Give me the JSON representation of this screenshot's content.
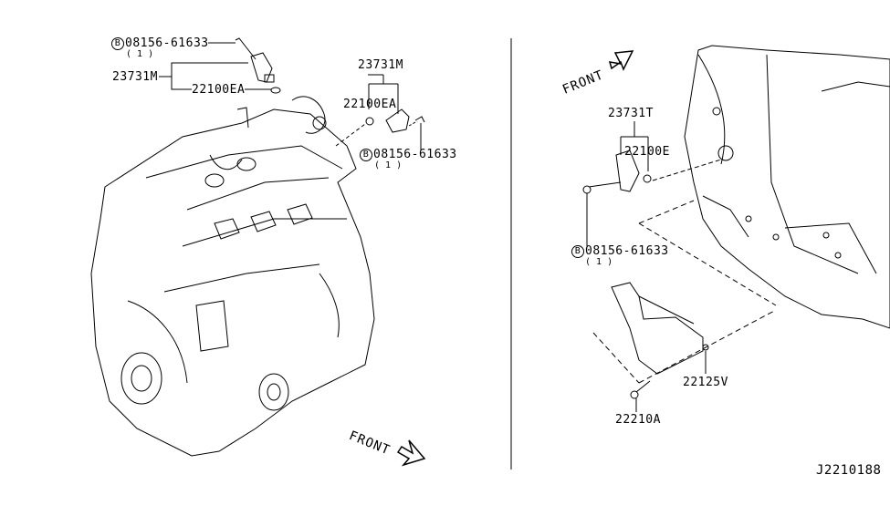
{
  "diagram": {
    "left_panel": {
      "callouts": [
        {
          "id": "bolt-top",
          "prefix": "B",
          "part": "08156-61633",
          "qty": "( 1 )"
        },
        {
          "id": "sensor-top",
          "part": "23731M"
        },
        {
          "id": "oring-top",
          "part": "22100EA"
        },
        {
          "id": "sensor-right",
          "part": "23731M"
        },
        {
          "id": "oring-right",
          "part": "22100EA"
        },
        {
          "id": "bolt-right",
          "prefix": "B",
          "part": "08156-61633",
          "qty": "( 1 )"
        }
      ],
      "front_label": "FRONT"
    },
    "right_panel": {
      "callouts": [
        {
          "id": "sensor",
          "part": "23731T"
        },
        {
          "id": "oring",
          "part": "22100E"
        },
        {
          "id": "bolt",
          "prefix": "B",
          "part": "08156-61633",
          "qty": "( 1 )"
        },
        {
          "id": "cover",
          "part": "22125V"
        },
        {
          "id": "screw",
          "part": "22210A"
        }
      ],
      "front_label": "FRONT"
    },
    "diagram_id": "J2210188"
  }
}
